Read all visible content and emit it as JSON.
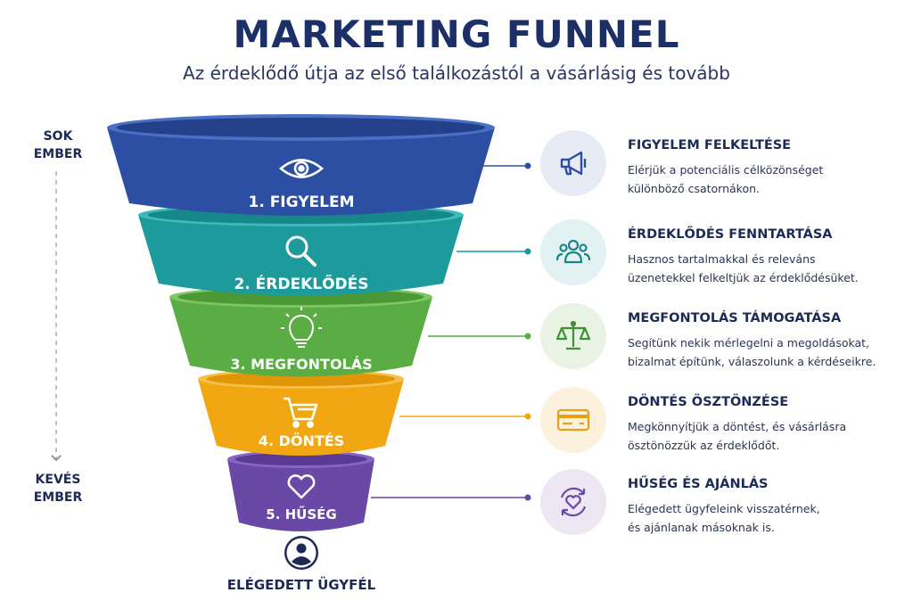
{
  "header": {
    "title": "MARKETING FUNNEL",
    "subtitle": "Az érdeklődő útja az első találkozástól a vásárlásig és tovább"
  },
  "side_labels": {
    "top_line1": "SOK",
    "top_line2": "EMBER",
    "bottom_line1": "KEVÉS",
    "bottom_line2": "EMBER"
  },
  "funnel": {
    "stages": [
      {
        "label": "1. FIGYELEM",
        "icon": "eye-icon",
        "color": "#2c4fa3"
      },
      {
        "label": "2. ÉRDEKLŐDÉS",
        "icon": "search-icon",
        "color": "#1d9a9c"
      },
      {
        "label": "3. MEGFONTOLÁS",
        "icon": "lightbulb-icon",
        "color": "#5aad44"
      },
      {
        "label": "4. DÖNTÉS",
        "icon": "shopping-cart-icon",
        "color": "#f1a712"
      },
      {
        "label": "5. HŰSÉG",
        "icon": "heart-icon",
        "color": "#6a48a6"
      }
    ],
    "result_label": "ELÉGEDETT ÜGYFÉL",
    "result_icon": "customer-icon"
  },
  "details": [
    {
      "title": "FIGYELEM FELKELTÉSE",
      "desc": [
        "Elérjük a potenciális célközönséget",
        "különböző csatornákon."
      ],
      "icon": "megaphone-icon",
      "accent": "#2c4fa3"
    },
    {
      "title": "ÉRDEKLŐDÉS FENNTARTÁSA",
      "desc": [
        "Hasznos tartalmakkal és releváns",
        "üzenetekkel felkeltjük az érdeklődésüket."
      ],
      "icon": "people-icon",
      "accent": "#1d9a9c"
    },
    {
      "title": "MEGFONTOLÁS TÁMOGATÁSA",
      "desc": [
        "Segítünk nekik mérlegelni a megoldásokat,",
        "bizalmat építünk, válaszolunk a kérdéseikre."
      ],
      "icon": "scale-icon",
      "accent": "#3f9a3a"
    },
    {
      "title": "DÖNTÉS ÖSZTÖNZÉSE",
      "desc": [
        "Megkönnyítjük a döntést, és vásárlásra",
        "ösztönözzük az érdeklődőt."
      ],
      "icon": "credit-card-icon",
      "accent": "#e8a114"
    },
    {
      "title": "HŰSÉG ÉS AJÁNLÁS",
      "desc": [
        "Elégedett ügyfeleink visszatérnek,",
        "és ajánlanak másoknak is."
      ],
      "icon": "loyalty-heart-icon",
      "accent": "#6a48a6"
    }
  ]
}
